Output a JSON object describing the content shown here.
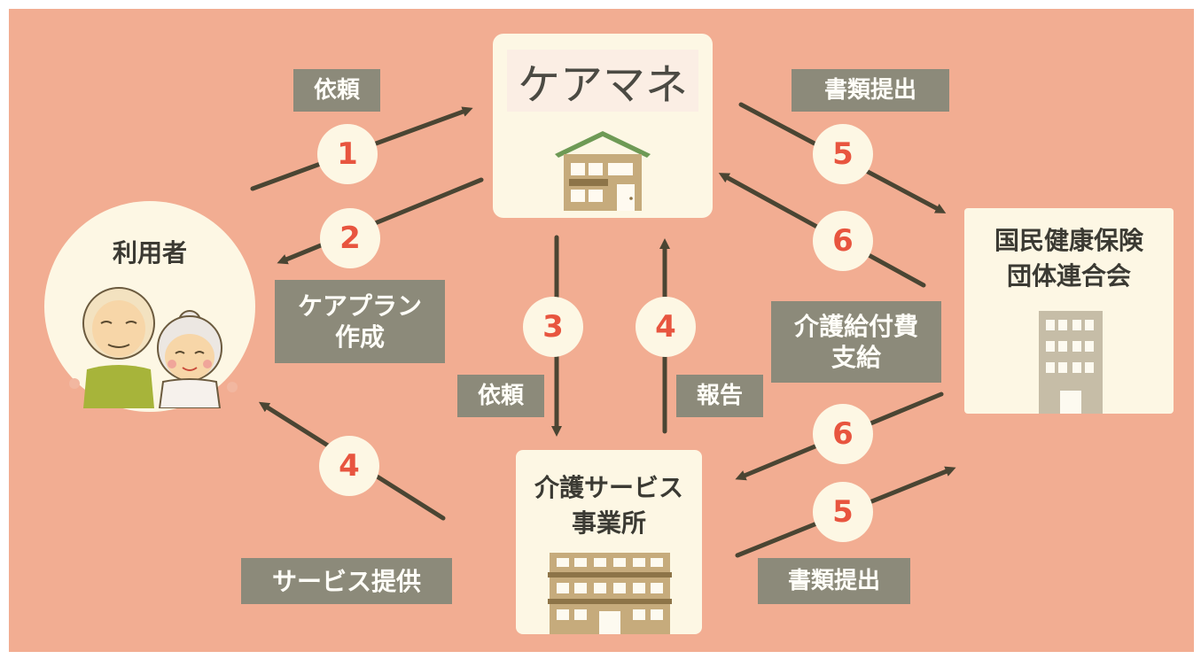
{
  "nodes": {
    "caremane": "ケアマネ",
    "user": "利用者",
    "kokuho_line1": "国民健康保険",
    "kokuho_line2": "団体連合会",
    "service_line1": "介護サービス",
    "service_line2": "事業所"
  },
  "labels": {
    "irai_top": "依頼",
    "shorui_top": "書類提出",
    "careplan_line1": "ケアプラン",
    "careplan_line2": "作成",
    "kyufu_line1": "介護給付費",
    "kyufu_line2": "支給",
    "irai_mid": "依頼",
    "houkoku": "報告",
    "service_teikyo": "サービス提供",
    "shorui_bottom": "書類提出"
  },
  "steps": {
    "s1": "1",
    "s2": "2",
    "s3": "3",
    "s4_mid": "4",
    "s4_left": "4",
    "s5_top": "5",
    "s5_bottom": "5",
    "s6_top": "6",
    "s6_bottom": "6"
  },
  "colors": {
    "background": "#f2ad92",
    "node_fill": "#fdf7e4",
    "label_fill": "#8c8a7a",
    "number_color": "#e8553f",
    "arrow_color": "#4a4533"
  }
}
